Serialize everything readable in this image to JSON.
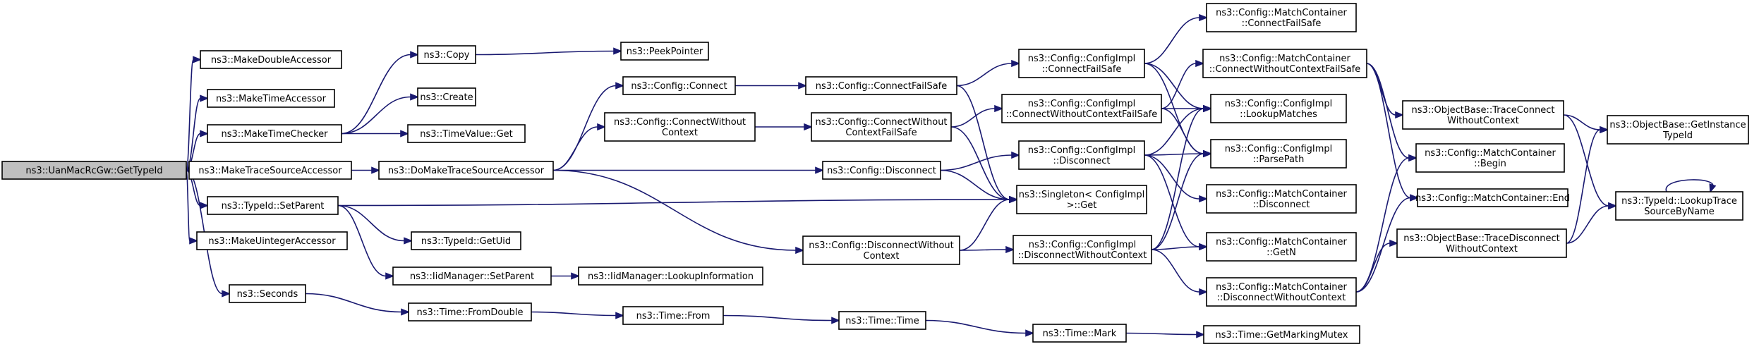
{
  "graph": {
    "nodes": [
      {
        "id": "root",
        "lines": [
          "ns3::UanMacRcGw::GetTypeId"
        ],
        "root": true
      },
      {
        "id": "mkdouble",
        "lines": [
          "ns3::MakeDoubleAccessor"
        ]
      },
      {
        "id": "mktime",
        "lines": [
          "ns3::MakeTimeAccessor"
        ]
      },
      {
        "id": "mktimechk",
        "lines": [
          "ns3::MakeTimeChecker"
        ]
      },
      {
        "id": "mktrace",
        "lines": [
          "ns3::MakeTraceSourceAccessor"
        ]
      },
      {
        "id": "setparent",
        "lines": [
          "ns3::TypeId::SetParent"
        ]
      },
      {
        "id": "mkuint",
        "lines": [
          "ns3::MakeUintegerAccessor"
        ]
      },
      {
        "id": "seconds",
        "lines": [
          "ns3::Seconds"
        ]
      },
      {
        "id": "copy",
        "lines": [
          "ns3::Copy"
        ]
      },
      {
        "id": "create",
        "lines": [
          "ns3::Create"
        ]
      },
      {
        "id": "tvget",
        "lines": [
          "ns3::TimeValue::Get"
        ]
      },
      {
        "id": "domktrace",
        "lines": [
          "ns3::DoMakeTraceSourceAccessor"
        ]
      },
      {
        "id": "getuid",
        "lines": [
          "ns3::TypeId::GetUid"
        ]
      },
      {
        "id": "iidsetparent",
        "lines": [
          "ns3::IidManager::SetParent"
        ]
      },
      {
        "id": "fromdouble",
        "lines": [
          "ns3::Time::FromDouble"
        ]
      },
      {
        "id": "peek",
        "lines": [
          "ns3::PeekPointer"
        ]
      },
      {
        "id": "cfgconnect",
        "lines": [
          "ns3::Config::Connect"
        ]
      },
      {
        "id": "cfgconnectwo",
        "lines": [
          "ns3::Config::ConnectWithout",
          "Context"
        ]
      },
      {
        "id": "iidlookup",
        "lines": [
          "ns3::IidManager::LookupInformation"
        ]
      },
      {
        "id": "timefrom",
        "lines": [
          "ns3::Time::From"
        ]
      },
      {
        "id": "cfgconnectfs",
        "lines": [
          "ns3::Config::ConnectFailSafe"
        ]
      },
      {
        "id": "cfgconnectwofs",
        "lines": [
          "ns3::Config::ConnectWithout",
          "ContextFailSafe"
        ]
      },
      {
        "id": "cfgdisconnect",
        "lines": [
          "ns3::Config::Disconnect"
        ]
      },
      {
        "id": "cfgdisconnectwo",
        "lines": [
          "ns3::Config::DisconnectWithout",
          "Context"
        ]
      },
      {
        "id": "timetime",
        "lines": [
          "ns3::Time::Time"
        ]
      },
      {
        "id": "implconnectfs",
        "lines": [
          "ns3::Config::ConfigImpl",
          "::ConnectFailSafe"
        ]
      },
      {
        "id": "implconnectwofs",
        "lines": [
          "ns3::Config::ConfigImpl",
          "::ConnectWithoutContextFailSafe"
        ]
      },
      {
        "id": "impldisconnect",
        "lines": [
          "ns3::Config::ConfigImpl",
          "::Disconnect"
        ]
      },
      {
        "id": "singleton",
        "lines": [
          "ns3::Singleton< ConfigImpl",
          " >::Get"
        ]
      },
      {
        "id": "impldisconnectwo",
        "lines": [
          "ns3::Config::ConfigImpl",
          "::DisconnectWithoutContext"
        ]
      },
      {
        "id": "timemark",
        "lines": [
          "ns3::Time::Mark"
        ]
      },
      {
        "id": "mcconnectfs",
        "lines": [
          "ns3::Config::MatchContainer",
          "::ConnectFailSafe"
        ]
      },
      {
        "id": "mcconnectwofs",
        "lines": [
          "ns3::Config::MatchContainer",
          "::ConnectWithoutContextFailSafe"
        ]
      },
      {
        "id": "lookupmatches",
        "lines": [
          "ns3::Config::ConfigImpl",
          "::LookupMatches"
        ]
      },
      {
        "id": "parsepath",
        "lines": [
          "ns3::Config::ConfigImpl",
          "::ParsePath"
        ]
      },
      {
        "id": "mcdisconnect",
        "lines": [
          "ns3::Config::MatchContainer",
          "::Disconnect"
        ]
      },
      {
        "id": "mcgetn",
        "lines": [
          "ns3::Config::MatchContainer",
          "::GetN"
        ]
      },
      {
        "id": "mcdisconnectwo",
        "lines": [
          "ns3::Config::MatchContainer",
          "::DisconnectWithoutContext"
        ]
      },
      {
        "id": "getmarkingmutex",
        "lines": [
          "ns3::Time::GetMarkingMutex"
        ]
      },
      {
        "id": "obtraceconnectwo",
        "lines": [
          "ns3::ObjectBase::TraceConnect",
          "WithoutContext"
        ]
      },
      {
        "id": "mcbegin",
        "lines": [
          "ns3::Config::MatchContainer",
          "::Begin"
        ]
      },
      {
        "id": "mcend",
        "lines": [
          "ns3::Config::MatchContainer::End"
        ]
      },
      {
        "id": "obtracedisconnectwo",
        "lines": [
          "ns3::ObjectBase::TraceDisconnect",
          "WithoutContext"
        ]
      },
      {
        "id": "getinstancetypeid",
        "lines": [
          "ns3::ObjectBase::GetInstance",
          "TypeId"
        ]
      },
      {
        "id": "lookuptrace",
        "lines": [
          "ns3::TypeId::LookupTrace",
          "SourceByName"
        ]
      }
    ],
    "edges": [
      [
        "root",
        "mkdouble"
      ],
      [
        "root",
        "mktime"
      ],
      [
        "root",
        "mktimechk"
      ],
      [
        "root",
        "mktrace"
      ],
      [
        "root",
        "setparent"
      ],
      [
        "root",
        "mkuint"
      ],
      [
        "root",
        "seconds"
      ],
      [
        "mktimechk",
        "copy"
      ],
      [
        "mktimechk",
        "create"
      ],
      [
        "mktimechk",
        "tvget"
      ],
      [
        "copy",
        "peek"
      ],
      [
        "mktrace",
        "domktrace"
      ],
      [
        "domktrace",
        "cfgconnect"
      ],
      [
        "domktrace",
        "cfgconnectwo"
      ],
      [
        "domktrace",
        "cfgdisconnect"
      ],
      [
        "domktrace",
        "cfgdisconnectwo"
      ],
      [
        "setparent",
        "singleton"
      ],
      [
        "setparent",
        "getuid"
      ],
      [
        "setparent",
        "iidsetparent"
      ],
      [
        "iidsetparent",
        "iidlookup"
      ],
      [
        "seconds",
        "fromdouble"
      ],
      [
        "fromdouble",
        "timefrom"
      ],
      [
        "timefrom",
        "timetime"
      ],
      [
        "timetime",
        "timemark"
      ],
      [
        "timemark",
        "getmarkingmutex"
      ],
      [
        "cfgconnect",
        "cfgconnectfs"
      ],
      [
        "cfgconnectwo",
        "cfgconnectwofs"
      ],
      [
        "cfgconnectfs",
        "implconnectfs"
      ],
      [
        "cfgconnectfs",
        "singleton"
      ],
      [
        "cfgconnectwofs",
        "implconnectwofs"
      ],
      [
        "cfgconnectwofs",
        "singleton"
      ],
      [
        "cfgdisconnect",
        "impldisconnect"
      ],
      [
        "cfgdisconnect",
        "singleton"
      ],
      [
        "cfgdisconnectwo",
        "impldisconnectwo"
      ],
      [
        "cfgdisconnectwo",
        "singleton"
      ],
      [
        "implconnectfs",
        "mcconnectfs"
      ],
      [
        "implconnectfs",
        "lookupmatches"
      ],
      [
        "implconnectfs",
        "parsepath"
      ],
      [
        "implconnectwofs",
        "mcconnectwofs"
      ],
      [
        "implconnectwofs",
        "lookupmatches"
      ],
      [
        "implconnectwofs",
        "parsepath"
      ],
      [
        "impldisconnect",
        "lookupmatches"
      ],
      [
        "impldisconnect",
        "parsepath"
      ],
      [
        "impldisconnect",
        "mcdisconnect"
      ],
      [
        "impldisconnect",
        "mcgetn"
      ],
      [
        "impldisconnectwo",
        "lookupmatches"
      ],
      [
        "impldisconnectwo",
        "parsepath"
      ],
      [
        "impldisconnectwo",
        "mcgetn"
      ],
      [
        "impldisconnectwo",
        "mcdisconnectwo"
      ],
      [
        "mcconnectwofs",
        "obtraceconnectwo"
      ],
      [
        "mcconnectwofs",
        "mcbegin"
      ],
      [
        "mcconnectwofs",
        "mcend"
      ],
      [
        "mcdisconnectwo",
        "mcbegin"
      ],
      [
        "mcdisconnectwo",
        "mcend"
      ],
      [
        "mcdisconnectwo",
        "obtracedisconnectwo"
      ],
      [
        "obtraceconnectwo",
        "getinstancetypeid"
      ],
      [
        "obtraceconnectwo",
        "lookuptrace"
      ],
      [
        "obtracedisconnectwo",
        "getinstancetypeid"
      ],
      [
        "obtracedisconnectwo",
        "lookuptrace"
      ],
      [
        "lookuptrace",
        "lookuptrace"
      ]
    ]
  }
}
